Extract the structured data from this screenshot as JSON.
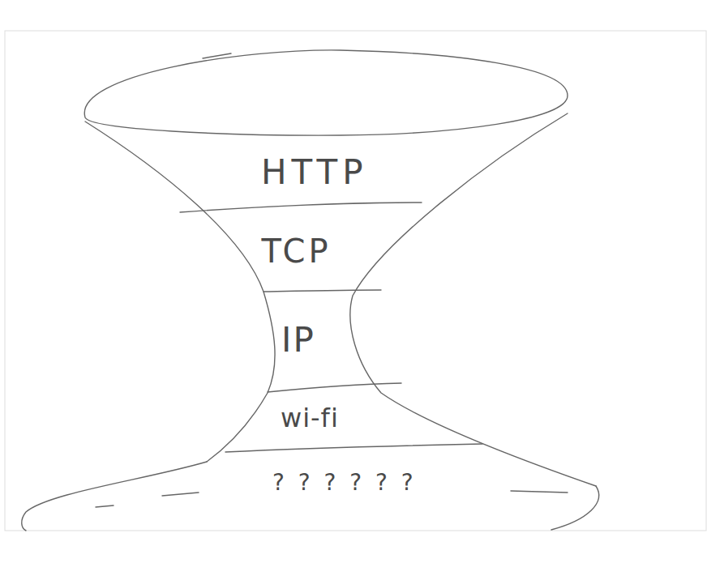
{
  "diagram": {
    "nodes": [
      {
        "text": [
          "HTTP"
        ]
      },
      {
        "text": [
          "TCP"
        ]
      },
      {
        "text": [
          "IP"
        ]
      },
      {
        "text": [
          "wi-fi"
        ]
      },
      {
        "text": [
          "? ? ? ? ? ?"
        ]
      }
    ]
  }
}
